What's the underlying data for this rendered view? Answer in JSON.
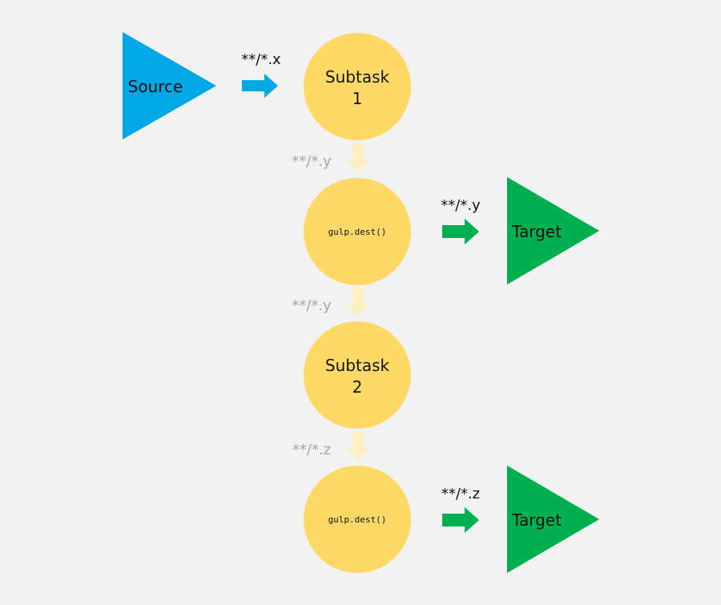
{
  "colors": {
    "background": "#f2f2f2",
    "source": "#00a8e6",
    "node": "#ffd966",
    "target": "#00b050",
    "flow_arrow_faded": "#fdeec4",
    "text": "#111111",
    "text_faded": "#a6a6a6"
  },
  "source": {
    "label": "Source"
  },
  "edges": {
    "source_to_subtask1": "**/*.x",
    "subtask1_to_dest1": "**/*.y",
    "dest1_to_target1": "**/*.y",
    "dest1_to_subtask2": "**/*.y",
    "subtask2_to_dest2": "**/*.z",
    "dest2_to_target2": "**/*.z"
  },
  "nodes": {
    "subtask1": {
      "line1": "Subtask",
      "line2": "1"
    },
    "dest1": {
      "label": "gulp.dest()"
    },
    "subtask2": {
      "line1": "Subtask",
      "line2": "2"
    },
    "dest2": {
      "label": "gulp.dest()"
    }
  },
  "targets": {
    "target1": {
      "label": "Target"
    },
    "target2": {
      "label": "Target"
    }
  }
}
